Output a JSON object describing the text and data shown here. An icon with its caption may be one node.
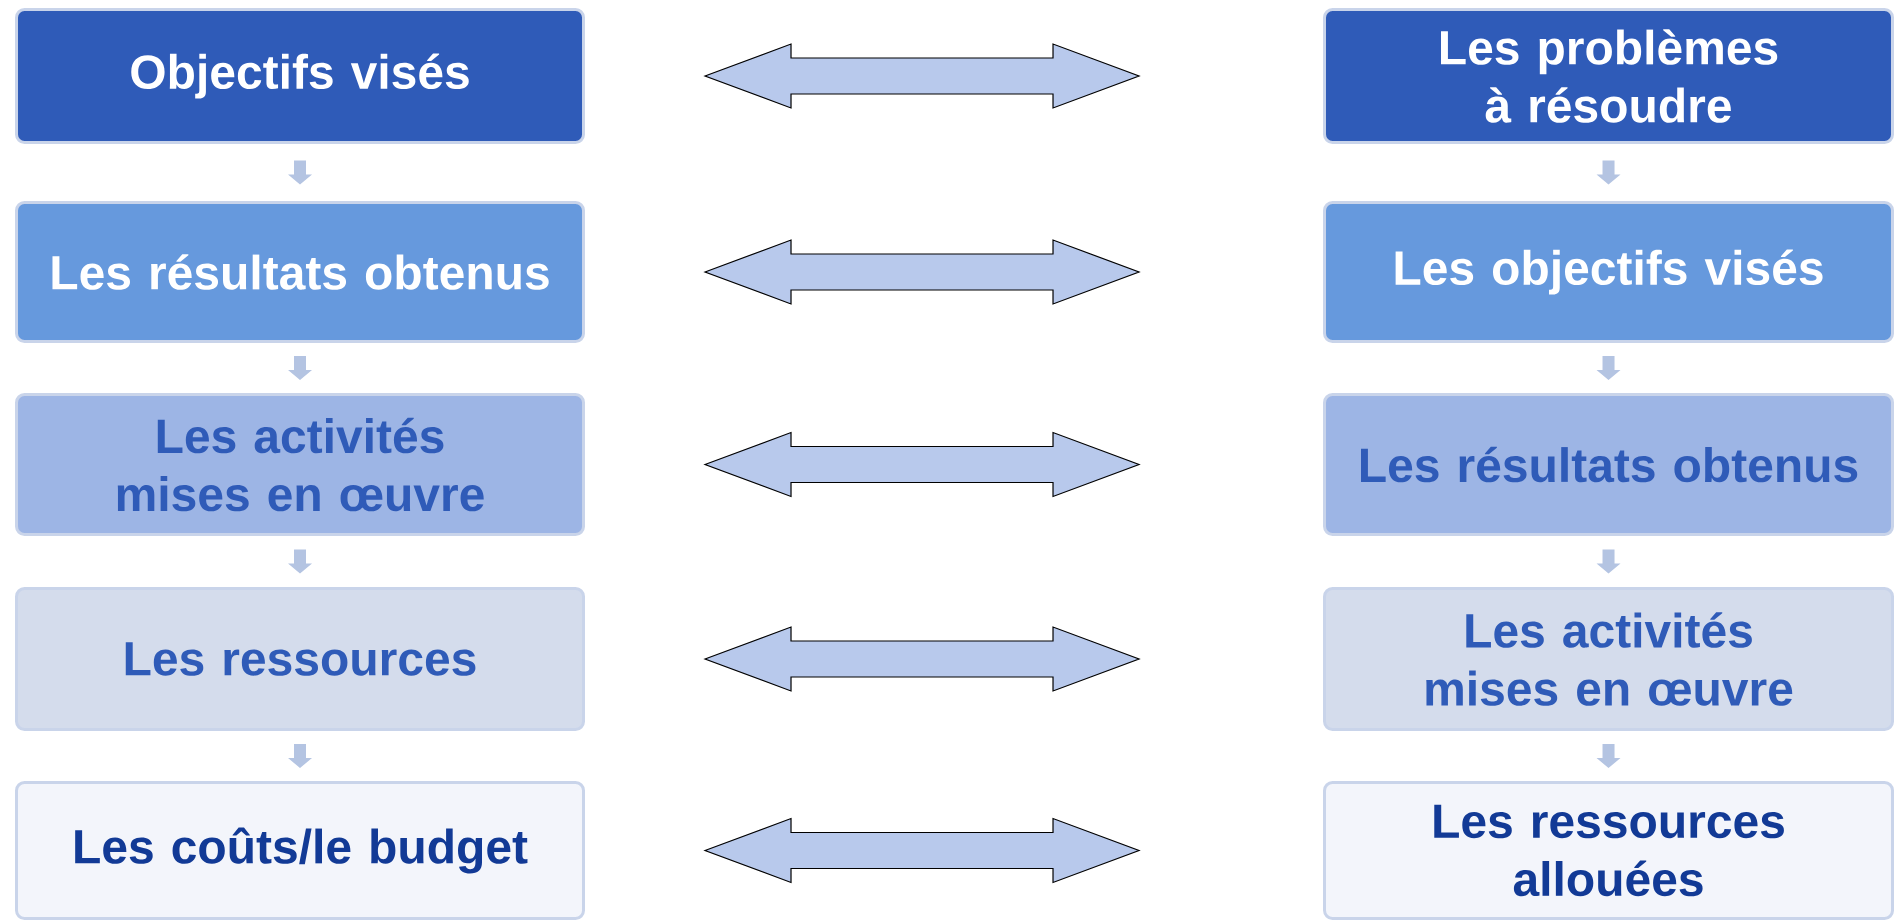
{
  "diagram": {
    "nodes": [
      {
        "text": [
          "Objectifs visés"
        ]
      },
      {
        "text": [
          "Les résultats obtenus"
        ]
      },
      {
        "text": [
          "Les activités mises en œuvre"
        ]
      },
      {
        "text": [
          "Les ressources"
        ]
      },
      {
        "text": [
          "Les coûts/le budget"
        ]
      },
      {
        "text": [
          "Les problèmes à résoudre"
        ]
      },
      {
        "text": [
          "Les objectifs visés"
        ]
      },
      {
        "text": [
          "Les résultats obtenus"
        ]
      },
      {
        "text": [
          "Les activités mises en œuvre"
        ]
      },
      {
        "text": [
          "Les ressources allouées"
        ]
      }
    ],
    "edges": [
      {
        "from": 0,
        "to": 1,
        "arrow": "to"
      },
      {
        "from": 1,
        "to": 2,
        "arrow": "to"
      },
      {
        "from": 2,
        "to": 3,
        "arrow": "to"
      },
      {
        "from": 3,
        "to": 4,
        "arrow": "to"
      },
      {
        "from": 5,
        "to": 6,
        "arrow": "to"
      },
      {
        "from": 6,
        "to": 7,
        "arrow": "to"
      },
      {
        "from": 7,
        "to": 8,
        "arrow": "to"
      },
      {
        "from": 8,
        "to": 9,
        "arrow": "to"
      },
      {
        "from": 0,
        "to": 5,
        "arrow": "both"
      },
      {
        "from": 1,
        "to": 6,
        "arrow": "both"
      },
      {
        "from": 2,
        "to": 7,
        "arrow": "both"
      },
      {
        "from": 3,
        "to": 8,
        "arrow": "both"
      },
      {
        "from": 4,
        "to": 9,
        "arrow": "both"
      }
    ]
  }
}
